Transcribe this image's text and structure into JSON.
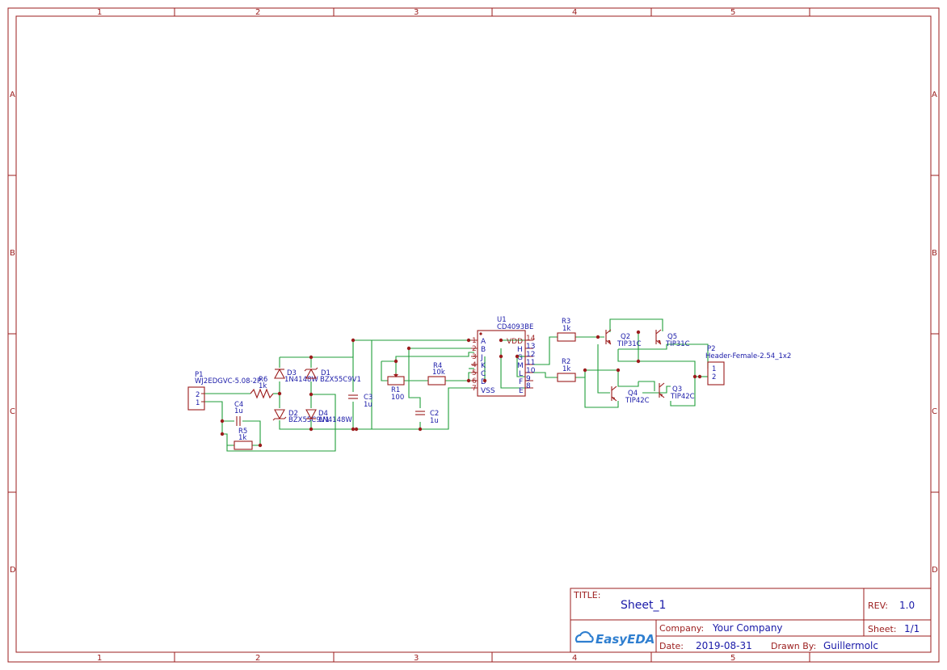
{
  "border": {
    "columns": [
      "1",
      "2",
      "3",
      "4",
      "5"
    ],
    "rows": [
      "A",
      "B",
      "C",
      "D"
    ]
  },
  "title_block": {
    "title_label": "TITLE:",
    "title": "Sheet_1",
    "rev_label": "REV:",
    "rev": "1.0",
    "company_label": "Company:",
    "company": "Your Company",
    "sheet_label": "Sheet:",
    "sheet": "1/1",
    "date_label": "Date:",
    "date": "2019-08-31",
    "drawn_label": "Drawn By:",
    "drawn_by": "Guillermolc",
    "logo": "EasyEDA"
  },
  "components": {
    "P1": {
      "ref": "P1",
      "value": "WJ2EDGVC-5.08-2P",
      "pins": [
        "2",
        "1"
      ]
    },
    "R6": {
      "ref": "R6",
      "value": "1k"
    },
    "C4": {
      "ref": "C4",
      "value": "1u"
    },
    "R5": {
      "ref": "R5",
      "value": "1k"
    },
    "D3": {
      "ref": "D3",
      "value": "1N4148W"
    },
    "D1": {
      "ref": "D1",
      "value": "BZX55C9V1"
    },
    "D2": {
      "ref": "D2",
      "value": "BZX55C9V1"
    },
    "D4": {
      "ref": "D4",
      "value": "1N4148W"
    },
    "C3": {
      "ref": "C3",
      "value": "1u"
    },
    "R1": {
      "ref": "R1",
      "value": "100"
    },
    "R4": {
      "ref": "R4",
      "value": "10k"
    },
    "C2": {
      "ref": "C2",
      "value": "1u"
    },
    "U1": {
      "ref": "U1",
      "value": "CD4093BE",
      "left_pins": [
        {
          "num": "1",
          "name": "A"
        },
        {
          "num": "2",
          "name": "B"
        },
        {
          "num": "3",
          "name": "J"
        },
        {
          "num": "4",
          "name": "K"
        },
        {
          "num": "5",
          "name": "C"
        },
        {
          "num": "6",
          "name": "D"
        },
        {
          "num": "7",
          "name": "VSS"
        }
      ],
      "right_pins": [
        {
          "num": "14",
          "name": "VDD"
        },
        {
          "num": "13",
          "name": "H"
        },
        {
          "num": "12",
          "name": "G"
        },
        {
          "num": "11",
          "name": "M"
        },
        {
          "num": "10",
          "name": "L"
        },
        {
          "num": "9",
          "name": "F"
        },
        {
          "num": "8",
          "name": "E"
        }
      ]
    },
    "R3": {
      "ref": "R3",
      "value": "1k"
    },
    "R2": {
      "ref": "R2",
      "value": "1k"
    },
    "Q2": {
      "ref": "Q2",
      "value": "TIP31C"
    },
    "Q5": {
      "ref": "Q5",
      "value": "TIP31C"
    },
    "Q4": {
      "ref": "Q4",
      "value": "TIP42C"
    },
    "Q3": {
      "ref": "Q3",
      "value": "TIP42C"
    },
    "P2": {
      "ref": "P2",
      "value": "Header-Female-2.54_1x2",
      "pins": [
        "1",
        "2"
      ]
    }
  }
}
